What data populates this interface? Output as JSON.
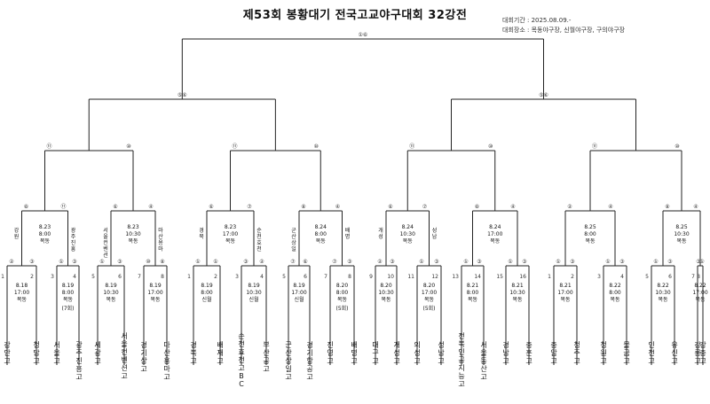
{
  "header": {
    "title": "제53회 봉황대기 전국고교야구대회 32강전",
    "period": "대회기간 : 2025.08.09.-",
    "venues": "대회장소 : 목동야구장, 신월야구장, 구의야구장"
  },
  "teams": [
    {
      "name": "강안고",
      "num": "1"
    },
    {
      "name": "청담고",
      "num": "2"
    },
    {
      "name": "서울고",
      "num": "3"
    },
    {
      "name": "광주진흥고",
      "num": "4"
    },
    {
      "name": "세광고",
      "num": "5"
    },
    {
      "name": "서울컨벤션고",
      "num": "6"
    },
    {
      "name": "경기상고",
      "num": "7"
    },
    {
      "name": "마산용마고",
      "num": "8"
    },
    {
      "name": "경북고",
      "num": "1"
    },
    {
      "name": "배재고",
      "num": "2"
    },
    {
      "name": "순천효천고BC",
      "num": "3"
    },
    {
      "name": "부산공고",
      "num": "4"
    },
    {
      "name": "군산상일고",
      "num": "5"
    },
    {
      "name": "경기항공고",
      "num": "6"
    },
    {
      "name": "진영고",
      "num": "7"
    },
    {
      "name": "배명고",
      "num": "8"
    },
    {
      "name": "대구고",
      "num": "9"
    },
    {
      "name": "개성고",
      "num": "10"
    },
    {
      "name": "의성고",
      "num": "11"
    },
    {
      "name": "성남고",
      "num": "12"
    },
    {
      "name": "전북인공지능고",
      "num": "13"
    },
    {
      "name": "서울동산고",
      "num": "14"
    },
    {
      "name": "경남고",
      "num": "15"
    },
    {
      "name": "충훈고",
      "num": "16"
    },
    {
      "name": "충암고",
      "num": "1"
    },
    {
      "name": "청주고",
      "num": "2"
    },
    {
      "name": "청원고",
      "num": "3"
    },
    {
      "name": "물금고",
      "num": "4"
    },
    {
      "name": "인천고",
      "num": "5"
    },
    {
      "name": "유신고",
      "num": "6"
    },
    {
      "name": "강릉고",
      "num": "7"
    },
    {
      "name": "강충고",
      "num": "8"
    }
  ],
  "r32": [
    {
      "date": "8.18",
      "time": "17:00",
      "venue": "목동",
      "note": ""
    },
    {
      "date": "8.19",
      "time": "8:00",
      "venue": "목동",
      "note": "(7회)"
    },
    {
      "date": "8.19",
      "time": "10:30",
      "venue": "목동",
      "note": ""
    },
    {
      "date": "8.19",
      "time": "17:00",
      "venue": "목동",
      "note": ""
    },
    {
      "date": "8.19",
      "time": "8:00",
      "venue": "신월",
      "note": ""
    },
    {
      "date": "8.19",
      "time": "10:30",
      "venue": "신월",
      "note": ""
    },
    {
      "date": "8.19",
      "time": "17:00",
      "venue": "신월",
      "note": ""
    },
    {
      "date": "8.20",
      "time": "8:00",
      "venue": "목동",
      "note": "(5회)"
    },
    {
      "date": "8.20",
      "time": "10:30",
      "venue": "목동",
      "note": ""
    },
    {
      "date": "8.20",
      "time": "17:00",
      "venue": "목동",
      "note": "(5회)"
    },
    {
      "date": "8.21",
      "time": "8:00",
      "venue": "목동",
      "note": ""
    },
    {
      "date": "8.21",
      "time": "10:30",
      "venue": "목동",
      "note": ""
    },
    {
      "date": "8.21",
      "time": "17:00",
      "venue": "목동",
      "note": ""
    },
    {
      "date": "8.22",
      "time": "8:00",
      "venue": "목동",
      "note": ""
    },
    {
      "date": "8.22",
      "time": "10:30",
      "venue": "목동",
      "note": ""
    },
    {
      "date": "8.22",
      "time": "17:00",
      "venue": "목동",
      "note": ""
    }
  ],
  "r16": [
    {
      "date": "8.23",
      "time": "8:00",
      "venue": "목동"
    },
    {
      "date": "8.23",
      "time": "10:30",
      "venue": "목동"
    },
    {
      "date": "8.23",
      "time": "17:00",
      "venue": "목동"
    },
    {
      "date": "8.24",
      "time": "8:00",
      "venue": "목동"
    },
    {
      "date": "8.24",
      "time": "10:30",
      "venue": "목동"
    },
    {
      "date": "8.24",
      "time": "17:00",
      "venue": "목동"
    },
    {
      "date": "8.25",
      "time": "8:00",
      "venue": "목동"
    },
    {
      "date": "8.25",
      "time": "10:30",
      "venue": "목동"
    }
  ],
  "r32_winners": [
    "강원",
    "광주진흥",
    "서울컨벤션",
    "마산용마",
    "경북",
    "순천효천",
    "군산상일",
    "배명",
    "개성",
    "성남",
    "",
    "",
    "",
    "",
    "",
    ""
  ],
  "scores": {
    "r32": [
      [
        "②",
        "③"
      ],
      [
        "①",
        "③"
      ],
      [
        "①",
        "③"
      ],
      [
        "⑩",
        "⑧"
      ],
      [
        "①",
        "①"
      ],
      [
        "③",
        "②"
      ],
      [
        "⑦",
        "⑥"
      ],
      [
        "⑦",
        "③"
      ],
      [
        "②",
        "③"
      ],
      [
        "①",
        "③"
      ],
      [
        "①",
        "③"
      ],
      [
        "①",
        "③"
      ],
      [
        "①",
        "③"
      ],
      [
        "①",
        "③"
      ],
      [
        "①",
        "③"
      ],
      [
        "①",
        "③"
      ]
    ],
    "r16": [
      [
        "⑧",
        "⑪"
      ],
      [
        "⑥",
        "④"
      ],
      [
        "⑥",
        "⑦"
      ],
      [
        "⑧",
        "④"
      ],
      [
        "⑥",
        "⑦"
      ],
      [
        "⑧",
        "④"
      ],
      [
        "②",
        "④"
      ],
      [
        "⑧",
        "④"
      ]
    ],
    "qf": [
      [
        "⑪",
        "⑩"
      ],
      [
        "⑪",
        "⑩"
      ],
      [
        "⑪",
        "⑩"
      ],
      [
        "⑪",
        "⑩"
      ]
    ],
    "sf": [
      [
        "⑤",
        "⑥"
      ],
      [
        "⑤",
        "⑥"
      ]
    ],
    "final": [
      "①",
      "⑥"
    ]
  }
}
